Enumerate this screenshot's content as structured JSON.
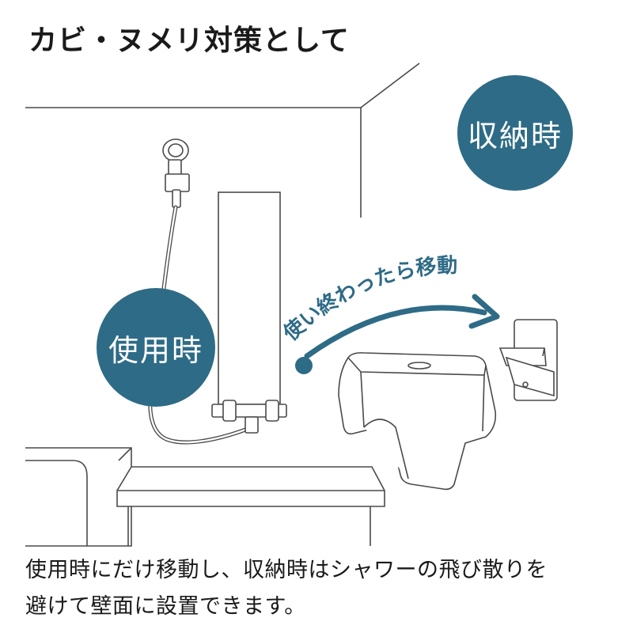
{
  "title": "カビ・ヌメリ対策として",
  "badges": {
    "storage": "収納時",
    "use": "使用時"
  },
  "arrow_label": "使い終わったら移動",
  "caption": {
    "line1": "使用時にだけ移動し、収納時はシャワーの飛び散りを",
    "line2": "避けて壁面に設置できます。"
  },
  "colors": {
    "accent": "#2e6b86",
    "line": "#4a4a4a"
  }
}
